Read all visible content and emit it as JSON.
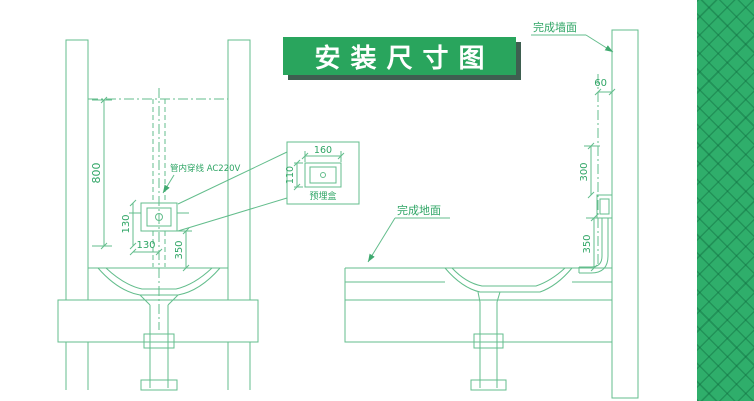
{
  "title_banner": {
    "text": "安装尺寸图"
  },
  "left_view": {
    "dim_800": "800",
    "dim_130_v": "130",
    "dim_130_h": "130",
    "dim_350": "350",
    "wire_label": "管内穿线 AC220V"
  },
  "detail_callout": {
    "dim_160": "160",
    "dim_110": "110",
    "label": "预埋盒"
  },
  "right_view": {
    "wall_label": "完成墙面",
    "floor_label": "完成地面",
    "dim_60": "60",
    "dim_300": "300",
    "dim_350": "350"
  },
  "colors": {
    "drawing_line": "#63bd8c",
    "drawing_text": "#2fa565",
    "banner_background": "#29a55d",
    "banner_shadow": "#3e5f50",
    "banner_text": "#ffffff",
    "sidebar_green": "#2fae6b"
  }
}
